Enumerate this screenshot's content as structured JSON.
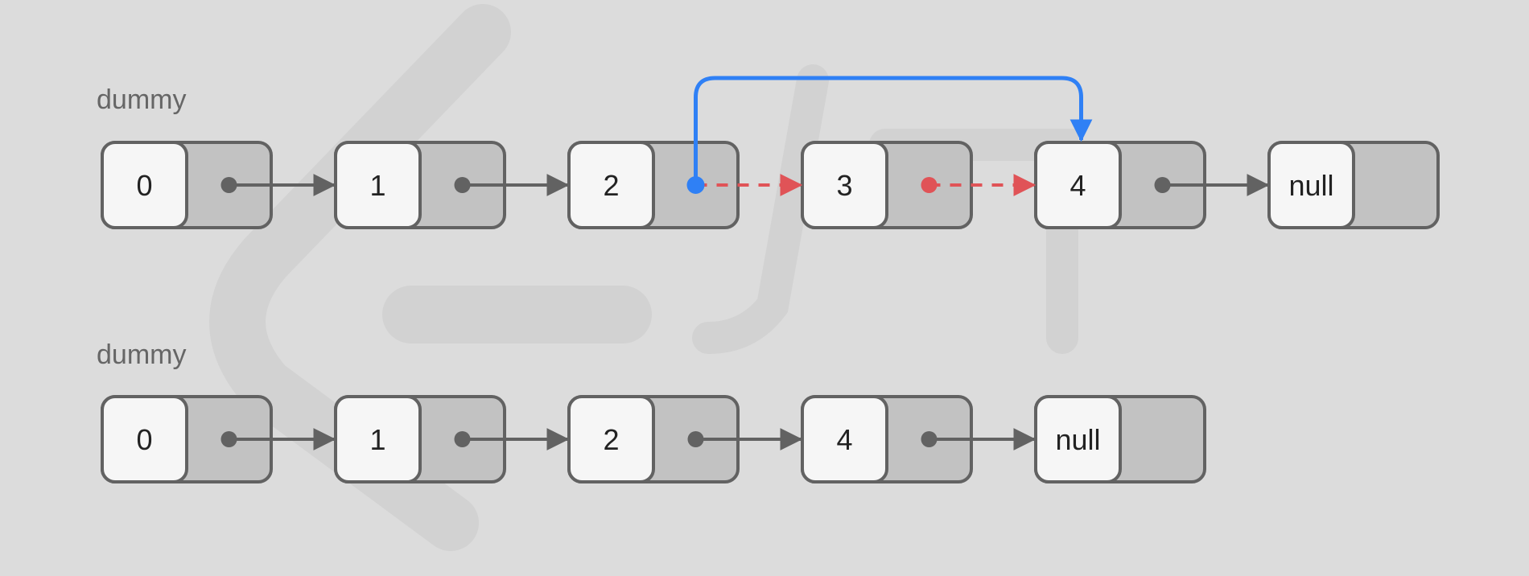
{
  "colors": {
    "background": "#dcdcdc",
    "node_value_fill": "#f6f6f6",
    "node_next_fill": "#c2c2c2",
    "node_border": "#626262",
    "arrow_default": "#626262",
    "arrow_removed": "#e05357",
    "arrow_new": "#2f80f5",
    "watermark": "#cfcfcf"
  },
  "rows": [
    {
      "label": "dummy",
      "nodes": [
        {
          "value": "0"
        },
        {
          "value": "1"
        },
        {
          "value": "2"
        },
        {
          "value": "3"
        },
        {
          "value": "4"
        },
        {
          "value": "null"
        }
      ],
      "links": [
        {
          "from": 0,
          "to": 1,
          "style": "solid"
        },
        {
          "from": 1,
          "to": 2,
          "style": "solid"
        },
        {
          "from": 2,
          "to": 3,
          "style": "removed"
        },
        {
          "from": 3,
          "to": 4,
          "style": "removed"
        },
        {
          "from": 4,
          "to": 5,
          "style": "solid"
        },
        {
          "from": 2,
          "to": 4,
          "style": "new"
        }
      ]
    },
    {
      "label": "dummy",
      "nodes": [
        {
          "value": "0"
        },
        {
          "value": "1"
        },
        {
          "value": "2"
        },
        {
          "value": "4"
        },
        {
          "value": "null"
        }
      ],
      "links": [
        {
          "from": 0,
          "to": 1,
          "style": "solid"
        },
        {
          "from": 1,
          "to": 2,
          "style": "solid"
        },
        {
          "from": 2,
          "to": 3,
          "style": "solid"
        },
        {
          "from": 3,
          "to": 4,
          "style": "solid"
        }
      ]
    }
  ]
}
